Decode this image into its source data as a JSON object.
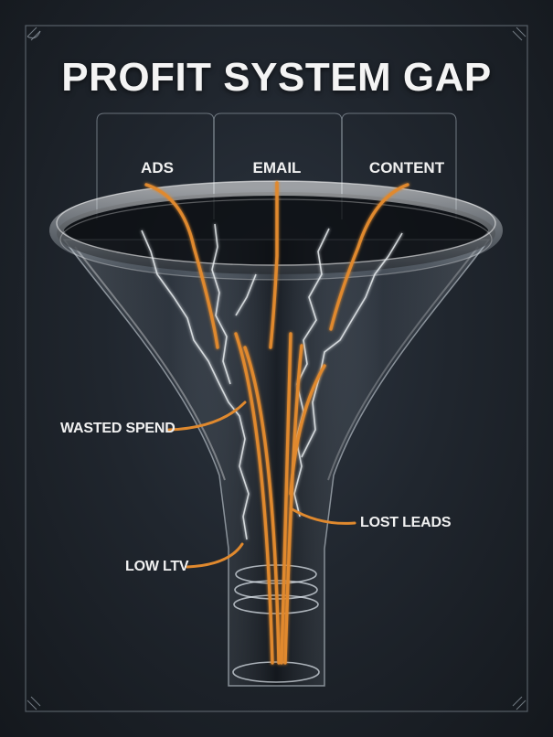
{
  "title": "PROFIT SYSTEM GAP",
  "channels": [
    {
      "label": "ADS"
    },
    {
      "label": "EMAIL"
    },
    {
      "label": "CONTENT"
    }
  ],
  "leaks": [
    {
      "label": "WASTED SPEND"
    },
    {
      "label": "LOST LEADS"
    },
    {
      "label": "LOW LTV"
    }
  ],
  "colors": {
    "background": "#1f252d",
    "funnel_glass": "#d8e2ea",
    "stream_orange": "#e0892e",
    "crack_white": "#e8ecef",
    "text": "#f1f1f1"
  }
}
